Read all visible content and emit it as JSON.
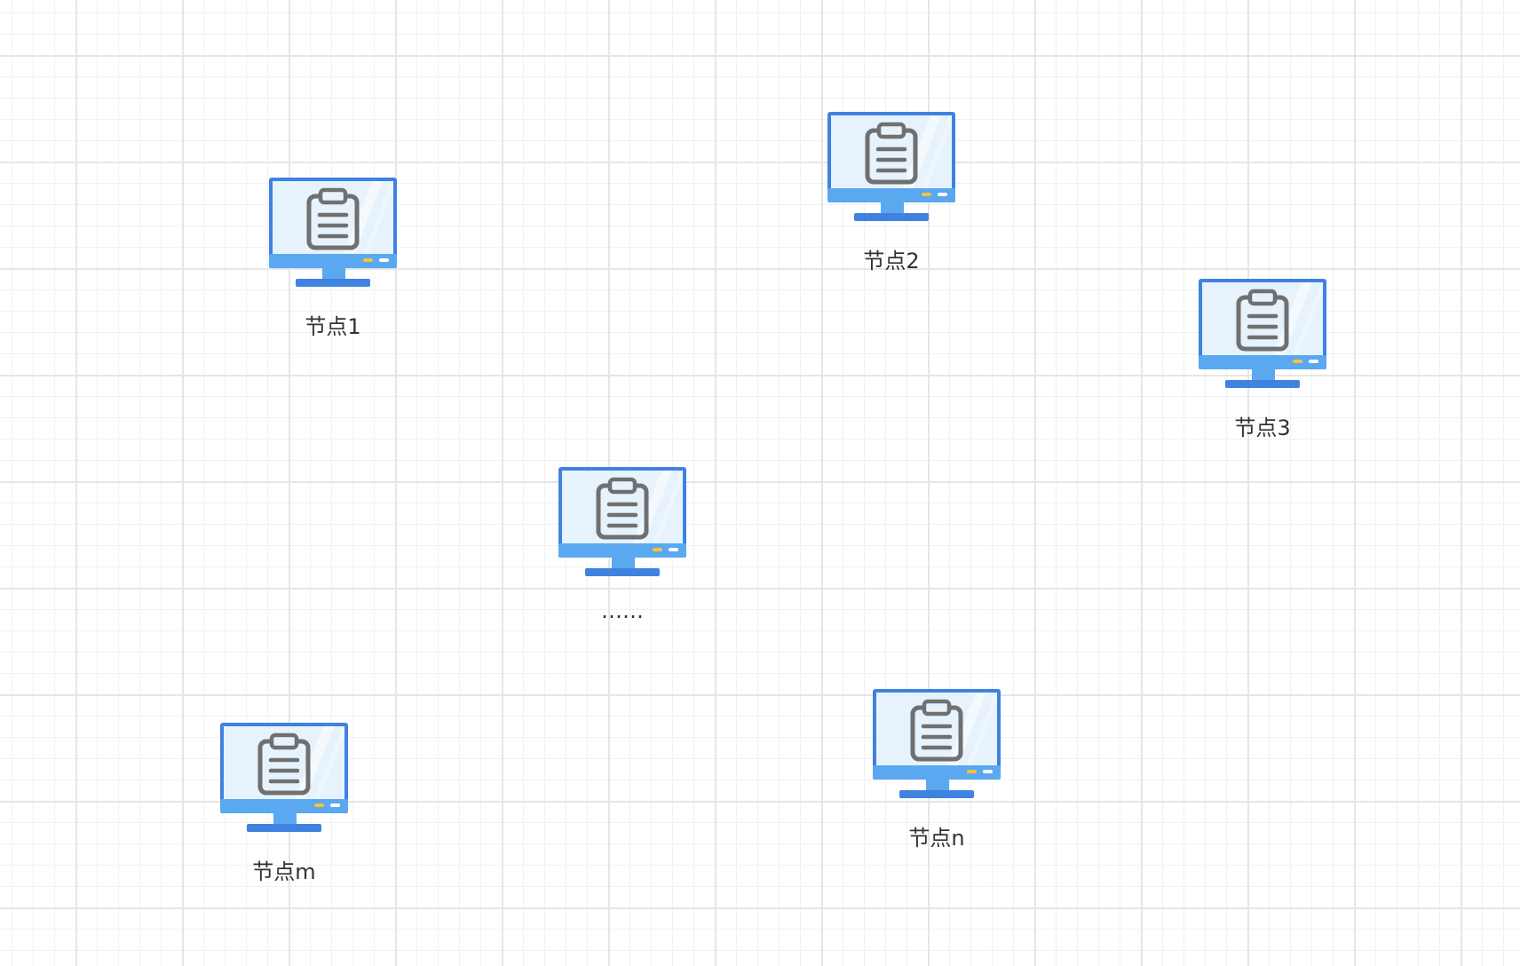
{
  "diagram": {
    "nodes": [
      {
        "id": "node-1",
        "label": "节点1",
        "icon": "monitor-clipboard-icon"
      },
      {
        "id": "node-2",
        "label": "节点2",
        "icon": "monitor-clipboard-icon"
      },
      {
        "id": "node-3",
        "label": "节点3",
        "icon": "monitor-clipboard-icon"
      },
      {
        "id": "node-ellipsis",
        "label": "……",
        "icon": "monitor-clipboard-icon"
      },
      {
        "id": "node-m",
        "label": "节点m",
        "icon": "monitor-clipboard-icon"
      },
      {
        "id": "node-n",
        "label": "节点n",
        "icon": "monitor-clipboard-icon"
      }
    ]
  },
  "colors": {
    "monitor_frame": "#3f82e0",
    "monitor_bezel": "#5aa8f0",
    "screen": "#e6f2fc",
    "clipboard": "#707070",
    "indicator_yellow": "#f6c143",
    "indicator_white": "#ffffff",
    "grid_major": "#e6e6e6",
    "grid_minor": "#f1f1f1"
  }
}
